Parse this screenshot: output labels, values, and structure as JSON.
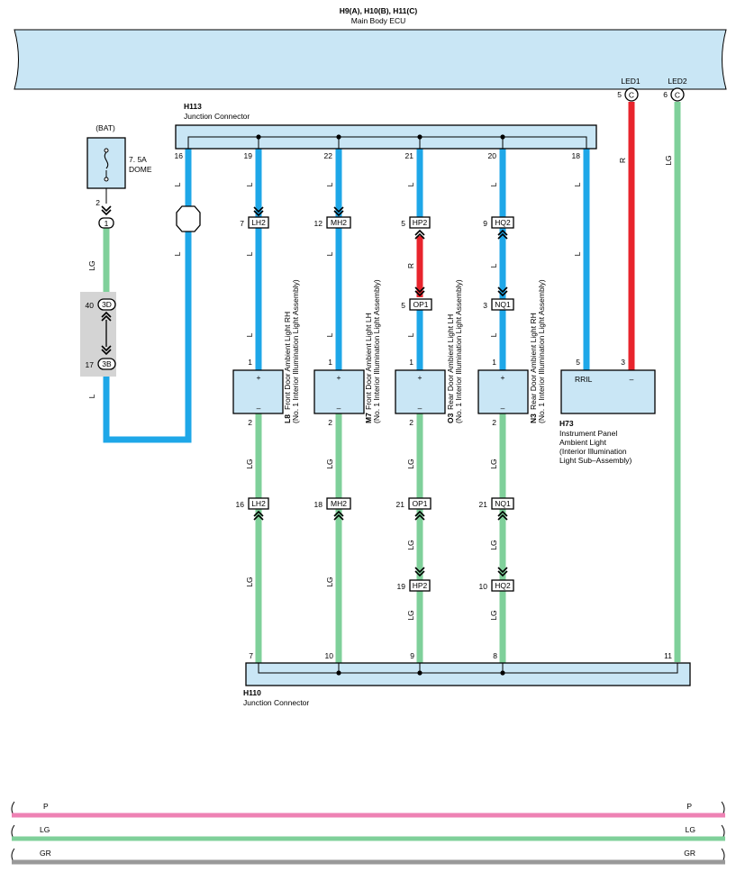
{
  "colors": {
    "L": "#1ea7e8",
    "LG": "#7fd09a",
    "R": "#e8242c",
    "P": "#ee82b4",
    "GR": "#9a9a9a",
    "box_fill": "#c9e6f5",
    "gray_fill": "#d4d4d4"
  },
  "ecu": {
    "connectors": "H9(A), H10(B), H11(C)",
    "name": "Main Body ECU"
  },
  "led1": {
    "label": "LED1",
    "pin": "5",
    "conn": "C"
  },
  "led2": {
    "label": "LED2",
    "pin": "6",
    "conn": "C"
  },
  "h113": {
    "id": "H113",
    "name": "Junction Connector"
  },
  "h110": {
    "id": "H110",
    "name": "Junction Connector"
  },
  "bat": "(BAT)",
  "fuse": {
    "rating": "7. 5A",
    "name": "DOME",
    "out_pin": "2",
    "conn": "1"
  },
  "conn40": {
    "num": "40",
    "id": "3D"
  },
  "conn17": {
    "num": "17",
    "id": "3B"
  },
  "h113_pins": {
    "p16": "16",
    "p19": "19",
    "p22": "22",
    "p21": "21",
    "p20": "20",
    "p18": "18"
  },
  "h110_pins": {
    "p7": "7",
    "p10": "10",
    "p9": "9",
    "p8": "8",
    "p11": "11"
  },
  "wire_labels": {
    "L": "L",
    "LG": "LG",
    "R": "R"
  },
  "components": {
    "l8": {
      "id": "L8",
      "name": "Front Door Ambient Light RH",
      "sub": "(No. 1 Interior Illumination Light Assembly)",
      "plus": "+",
      "minus": "–",
      "pin_top": "1",
      "pin_bot": "2"
    },
    "m7": {
      "id": "M7",
      "name": "Front Door Ambient Light LH",
      "sub": "(No. 1 Interior Illumination Light Assembly)",
      "plus": "+",
      "minus": "–",
      "pin_top": "1",
      "pin_bot": "2"
    },
    "o3": {
      "id": "O3",
      "name": "Rear Door Ambient Light LH",
      "sub": "(No. 1 Interior Illumination Light Assembly)",
      "plus": "+",
      "minus": "–",
      "pin_top": "1",
      "pin_bot": "2"
    },
    "n3": {
      "id": "N3",
      "name": "Rear Door Ambient Light RH",
      "sub": "(No. 1 Interior Illumination Light Assembly)",
      "plus": "+",
      "minus": "–",
      "pin_top": "1",
      "pin_bot": "2"
    },
    "h73": {
      "id": "H73",
      "pin_left": "5",
      "pin_right": "3",
      "rril": "RRIL",
      "minus": "–",
      "name_lines": [
        "Instrument Panel",
        "Ambient Light",
        "(Interior Illumination",
        " Light Sub–Assembly)"
      ]
    }
  },
  "connectors": {
    "lh2_top": {
      "num": "7",
      "id": "LH2"
    },
    "mh2_top": {
      "num": "12",
      "id": "MH2"
    },
    "hp2_top": {
      "num": "5",
      "id": "HP2"
    },
    "hq2_top": {
      "num": "9",
      "id": "HQ2"
    },
    "op1_top": {
      "num": "5",
      "id": "OP1"
    },
    "nq1_top": {
      "num": "3",
      "id": "NQ1"
    },
    "lh2_bot": {
      "num": "16",
      "id": "LH2"
    },
    "mh2_bot": {
      "num": "18",
      "id": "MH2"
    },
    "op1_bot": {
      "num": "21",
      "id": "OP1"
    },
    "nq1_bot": {
      "num": "21",
      "id": "NQ1"
    },
    "hp2_bot": {
      "num": "19",
      "id": "HP2"
    },
    "hq2_bot": {
      "num": "10",
      "id": "HQ2"
    }
  },
  "legend": [
    {
      "code": "P",
      "color": "#ee82b4"
    },
    {
      "code": "LG",
      "color": "#7fd09a"
    },
    {
      "code": "GR",
      "color": "#9a9a9a"
    }
  ]
}
